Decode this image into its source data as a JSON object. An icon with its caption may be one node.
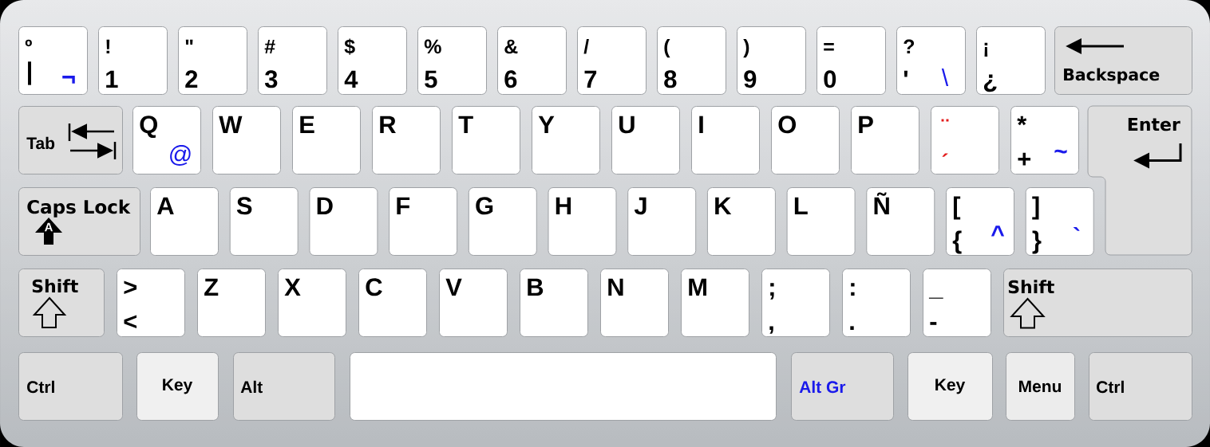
{
  "diagram": {
    "nodes": [
      {
        "text": [
          "º",
          "|",
          "¬"
        ]
      },
      {
        "text": [
          "!",
          "1"
        ]
      },
      {
        "text": [
          "\"",
          "2"
        ]
      },
      {
        "text": [
          "#",
          "3"
        ]
      },
      {
        "text": [
          "$",
          "4"
        ]
      },
      {
        "text": [
          "%",
          "5"
        ]
      },
      {
        "text": [
          "&",
          "6"
        ]
      },
      {
        "text": [
          "/",
          "7"
        ]
      },
      {
        "text": [
          "(",
          "8"
        ]
      },
      {
        "text": [
          ")",
          "9"
        ]
      },
      {
        "text": [
          "=",
          "0"
        ]
      },
      {
        "text": [
          "?",
          "'",
          "\\"
        ]
      },
      {
        "text": [
          "¡",
          "¿"
        ]
      },
      {
        "text": [
          "Backspace"
        ]
      },
      {
        "text": [
          "Tab"
        ]
      },
      {
        "text": [
          "Q",
          "@"
        ]
      },
      {
        "text": [
          "W"
        ]
      },
      {
        "text": [
          "E"
        ]
      },
      {
        "text": [
          "R"
        ]
      },
      {
        "text": [
          "T"
        ]
      },
      {
        "text": [
          "Y"
        ]
      },
      {
        "text": [
          "U"
        ]
      },
      {
        "text": [
          "I"
        ]
      },
      {
        "text": [
          "O"
        ]
      },
      {
        "text": [
          "P"
        ]
      },
      {
        "text": [
          "¨",
          "´"
        ]
      },
      {
        "text": [
          "*",
          "+",
          "~"
        ]
      },
      {
        "text": [
          "Enter"
        ]
      },
      {
        "text": [
          "Caps Lock",
          "A"
        ]
      },
      {
        "text": [
          "A"
        ]
      },
      {
        "text": [
          "S"
        ]
      },
      {
        "text": [
          "D"
        ]
      },
      {
        "text": [
          "F"
        ]
      },
      {
        "text": [
          "G"
        ]
      },
      {
        "text": [
          "H"
        ]
      },
      {
        "text": [
          "J"
        ]
      },
      {
        "text": [
          "K"
        ]
      },
      {
        "text": [
          "L"
        ]
      },
      {
        "text": [
          "Ñ"
        ]
      },
      {
        "text": [
          "[",
          "{",
          "^"
        ]
      },
      {
        "text": [
          "]",
          "}",
          "`"
        ]
      },
      {
        "text": [
          "Shift"
        ]
      },
      {
        "text": [
          ">",
          "<"
        ]
      },
      {
        "text": [
          "Z"
        ]
      },
      {
        "text": [
          "X"
        ]
      },
      {
        "text": [
          "C"
        ]
      },
      {
        "text": [
          "V"
        ]
      },
      {
        "text": [
          "B"
        ]
      },
      {
        "text": [
          "N"
        ]
      },
      {
        "text": [
          "M"
        ]
      },
      {
        "text": [
          ";",
          ","
        ]
      },
      {
        "text": [
          ":",
          "."
        ]
      },
      {
        "text": [
          "_",
          "-"
        ]
      },
      {
        "text": [
          "Shift"
        ]
      },
      {
        "text": [
          "Ctrl"
        ]
      },
      {
        "text": [
          "Key"
        ]
      },
      {
        "text": [
          "Alt"
        ]
      },
      {
        "text": [],
        "shape": "box"
      },
      {
        "text": [
          "Alt Gr"
        ]
      },
      {
        "text": [
          "Key"
        ]
      },
      {
        "text": [
          "Menu"
        ]
      },
      {
        "text": [
          "Ctrl"
        ]
      }
    ]
  }
}
